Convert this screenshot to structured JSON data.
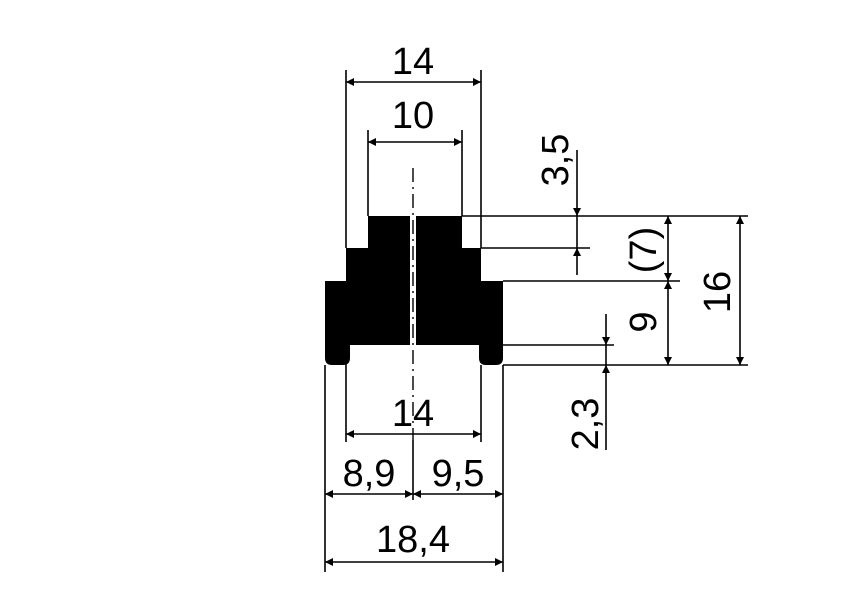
{
  "drawing": {
    "dimensions": {
      "top_width_outer": "14",
      "top_width_inner": "10",
      "step_height_top": "3,5",
      "middle_height_ref": "(7)",
      "total_height": "16",
      "lower_height": "9",
      "foot_height": "2,3",
      "bottom_inner_width": "14",
      "left_half_width": "8,9",
      "right_half_width": "9,5",
      "overall_width": "18,4"
    },
    "colors": {
      "ink": "#000000",
      "background": "#ffffff"
    }
  }
}
